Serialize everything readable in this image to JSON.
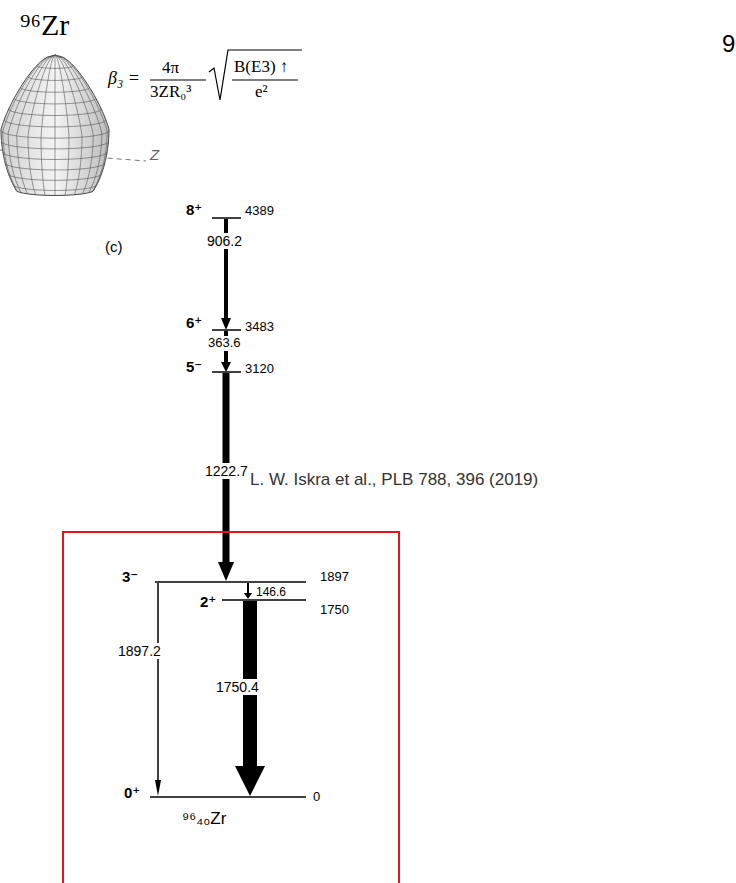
{
  "diagram": {
    "nodes": [
      {
        "text": [
          "3⁻",
          "1897",
          "146.6",
          "2⁺",
          "1750",
          "1897.2",
          "1750.4",
          "0⁺",
          "0",
          "⁹⁶₄₀Zr"
        ]
      }
    ],
    "labels": [
      "⁹⁶Zr",
      "Z",
      "β₃ =",
      "4π",
      "3ZR₀³",
      "B(E3) ↑",
      "e²",
      "9",
      "8⁺",
      "4389",
      "906.2",
      "(c)",
      "6⁺",
      "3483",
      "363.6",
      "5⁻",
      "3120",
      "1222.7",
      "L. W. Iskra et al., PLB 788, 396 (2019)"
    ]
  }
}
